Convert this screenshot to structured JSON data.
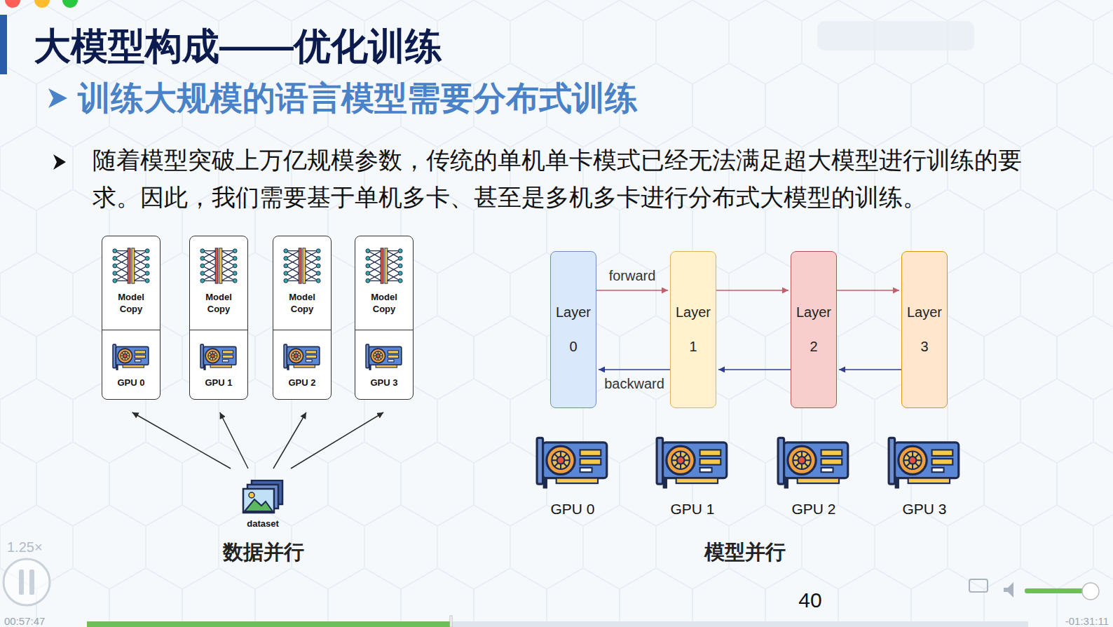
{
  "diagram": {
    "title": "大模型构成——优化训练",
    "nodes": [
      {
        "text": [
          "Model Copy",
          "GPU 0"
        ]
      },
      {
        "text": [
          "Model Copy",
          "GPU 1"
        ]
      },
      {
        "text": [
          "Model Copy",
          "GPU 2"
        ]
      },
      {
        "text": [
          "Model Copy",
          "GPU 3"
        ]
      },
      {
        "text": [
          "Layer 0"
        ]
      },
      {
        "text": [
          "Layer 1"
        ]
      },
      {
        "text": [
          "Layer 2"
        ]
      },
      {
        "text": [
          "Layer 3"
        ]
      },
      {
        "text": [
          "dataset"
        ]
      }
    ],
    "edges": [
      {
        "from": 8,
        "to": 0,
        "arrow": "to"
      },
      {
        "from": 8,
        "to": 1,
        "arrow": "to"
      },
      {
        "from": 8,
        "to": 2,
        "arrow": "to"
      },
      {
        "from": 8,
        "to": 3,
        "arrow": "to"
      },
      {
        "from": 4,
        "to": 5,
        "arrow": "to",
        "label": "forward"
      },
      {
        "from": 5,
        "to": 6,
        "arrow": "to"
      },
      {
        "from": 6,
        "to": 7,
        "arrow": "to"
      },
      {
        "from": 7,
        "to": 6,
        "arrow": "to"
      },
      {
        "from": 6,
        "to": 5,
        "arrow": "to"
      },
      {
        "from": 5,
        "to": 4,
        "arrow": "to",
        "label": "backward"
      }
    ],
    "labels": [
      "训练大规模的语言模型需要分布式训练",
      "随着模型突破上万亿规模参数，传统的单机单卡模式已经无法满足超大模型进行训练的要求。因此，我们需要基于单机多卡、甚至是多机多卡进行分布式大模型的训练。",
      "GPU 0",
      "GPU 1",
      "GPU 2",
      "GPU 3",
      "数据并行",
      "模型并行",
      "40",
      "1.25×",
      "00:57:47",
      "-01:31:11"
    ]
  }
}
